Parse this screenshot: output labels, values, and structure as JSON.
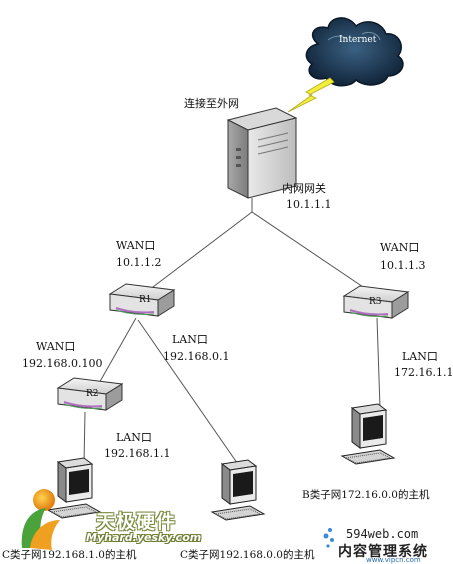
{
  "internet": {
    "label": "Internet"
  },
  "gateway": {
    "connect_label": "连接至外网",
    "name_label": "内网网关",
    "ip": "10.1.1.1"
  },
  "r1": {
    "name": "R1",
    "wan_label": "WAN口",
    "wan_ip": "10.1.1.2",
    "lan_label": "LAN口",
    "lan_ip": "192.168.0.1"
  },
  "r2": {
    "name": "R2",
    "wan_label": "WAN口",
    "wan_ip": "192.168.0.100",
    "lan_label": "LAN口",
    "lan_ip": "192.168.1.1"
  },
  "r3": {
    "name": "R3",
    "wan_label": "WAN口",
    "wan_ip": "10.1.1.3",
    "lan_label": "LAN口",
    "lan_ip": "172.16.1.1"
  },
  "hosts": {
    "c1": "C类子网192.168.1.0的主机",
    "c0": "C类子网192.168.0.0的主机",
    "b": "B类子网172.16.0.0的主机"
  },
  "watermarks": {
    "brand_cn": "天极硬件",
    "brand_url": "Myhard.yesky.com",
    "site_domain": "594web.com",
    "site_name": "内容管理系统",
    "site_url": "www.vipcn.com"
  },
  "colors": {
    "cloud": "#1d3550",
    "bolt": "#f2ee3a",
    "line": "#555555"
  }
}
